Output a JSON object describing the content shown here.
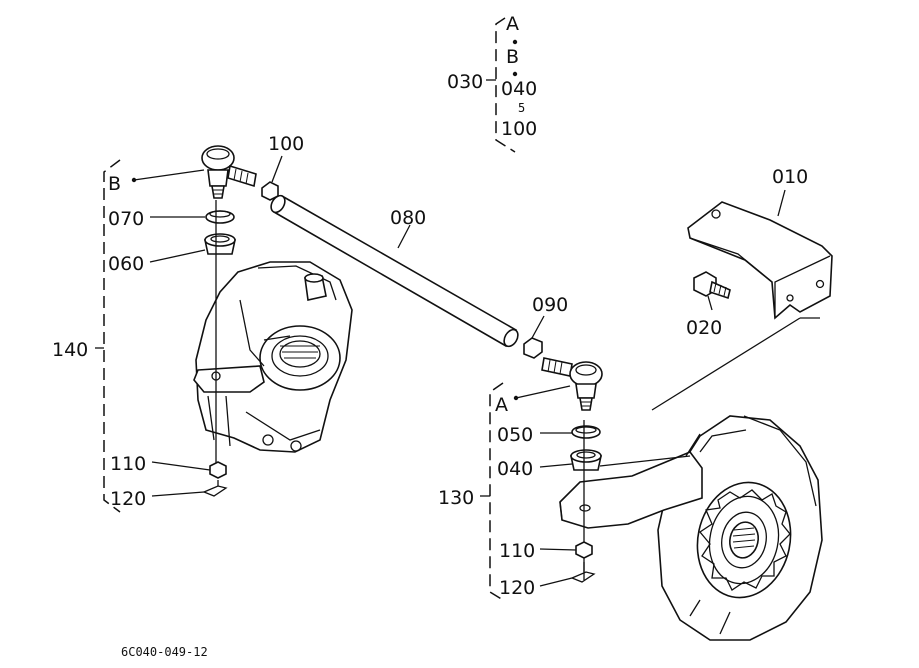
{
  "callouts": {
    "p010": "010",
    "p020": "020",
    "p030": "030",
    "p040_top": "040",
    "tilde": "5",
    "p100_top": "100",
    "ref_a_top": "A",
    "ref_b_top": "B",
    "p100": "100",
    "ref_b": "B",
    "p070": "070",
    "p060": "060",
    "p080": "080",
    "p090": "090",
    "p140": "140",
    "ref_a": "A",
    "p050": "050",
    "p040": "040",
    "p130": "130",
    "p110_left": "110",
    "p120_left": "120",
    "p110_right": "110",
    "p120_right": "120"
  },
  "figure_code": "6C040-049-12"
}
